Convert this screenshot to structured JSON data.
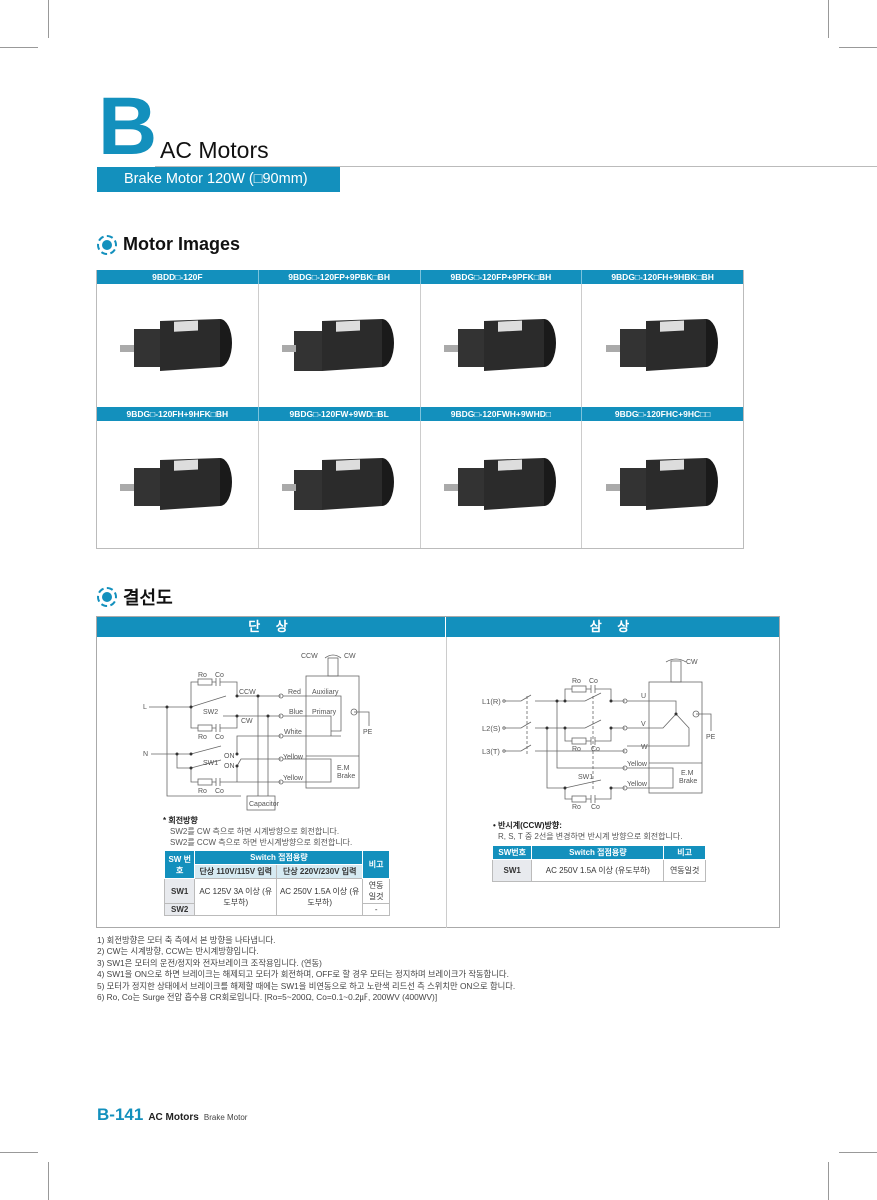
{
  "header": {
    "letter": "B",
    "title": "AC Motors",
    "subtitle": "Brake Motor 120W (□90mm)"
  },
  "motor_images": {
    "heading": "Motor Images",
    "models": [
      "9BDD□-120F",
      "9BDG□-120FP+9PBK□BH",
      "9BDG□-120FP+9PFK□BH",
      "9BDG□-120FH+9HBK□BH",
      "9BDG□-120FH+9HFK□BH",
      "9BDG□-120FW+9WD□BL",
      "9BDG□-120FWH+9WHD□",
      "9BDG□-120FHC+9HC□□"
    ]
  },
  "wiring": {
    "heading": "결선도",
    "single_label": "단 상",
    "three_label": "삼 상",
    "single": {
      "labels": {
        "ccw_top": "CCW",
        "cw_top": "CW",
        "ro": "Ro",
        "co": "Co",
        "ccw": "CCW",
        "cw": "CW",
        "sw2": "SW2",
        "sw1": "SW1",
        "on": "ON",
        "l": "L",
        "n": "N",
        "red": "Red",
        "blue": "Blue",
        "white": "White",
        "yellow": "Yellow",
        "auxiliary": "Auxiliary",
        "primary": "Primary",
        "pe": "PE",
        "em": "E.M",
        "brake": "Brake",
        "capacitor": "Capacitor"
      },
      "note_title": "* 회전방향",
      "note_lines": [
        "SW2를 CW 측으로 하면 시계방향으로 회전합니다.",
        "SW2를 CCW 측으로 하면 반시계방향으로 회전합니다."
      ],
      "table": {
        "h_sw": "SW 번호",
        "h_switch": "Switch 접점용량",
        "h_note": "비고",
        "h_110": "단상 110V/115V 입력",
        "h_220": "단상 220V/230V 입력",
        "rows": [
          {
            "sw": "SW1",
            "note": "연동일것"
          },
          {
            "sw": "SW2",
            "note": "-"
          }
        ],
        "v110": "AC 125V 3A 이상 (유도부하)",
        "v220": "AC 250V 1.5A 이상 (유도부하)"
      }
    },
    "three": {
      "labels": {
        "cw_top": "CW",
        "ro": "Ro",
        "co": "Co",
        "l1": "L1(R)",
        "l2": "L2(S)",
        "l3": "L3(T)",
        "u": "U",
        "v": "V",
        "w": "W",
        "yellow": "Yellow",
        "sw1": "SW1",
        "pe": "PE",
        "em": "E.M",
        "brake": "Brake"
      },
      "note_title": "• 반시계(CCW)방향:",
      "note_lines": [
        "R, S, T 중 2선을 변경하면 반시계 방향으로 회전합니다."
      ],
      "table": {
        "h_sw": "SW번호",
        "h_switch": "Switch 접점용량",
        "h_note": "비고",
        "rows": [
          {
            "sw": "SW1",
            "switch": "AC 250V 1.5A  이상 (유도부하)",
            "note": "연동일것"
          }
        ]
      }
    }
  },
  "notes": [
    "1) 회전방향은 모터 축 측에서 본 방향을 나타냅니다.",
    "2) CW는 시계방향, CCW는 반시계방향입니다.",
    "3) SW1은 모터의 운전/정지와 전자브레이크 조작용입니다. (연동)",
    "4) SW1을 ON으로 하면 브레이크는 해제되고 모터가 회전하며, OFF로 할 경우 모터는 정지하며 브레이크가 작동합니다.",
    "5) 모터가 정지한 상태에서 브레이크를 해제할 때에는 SW1을 비연동으로 하고 노란색 리드선 측 스위치만 ON으로 합니다.",
    "6) Ro, Co는 Surge 전압 흡수용 CR회로입니다. [Ro=5~200Ω, Co=0.1~0.2㎌, 200WV (400WV)]"
  ],
  "footer": {
    "page": "B-141",
    "section": "AC Motors",
    "sub": "Brake Motor"
  },
  "colors": {
    "accent": "#1390bd"
  }
}
